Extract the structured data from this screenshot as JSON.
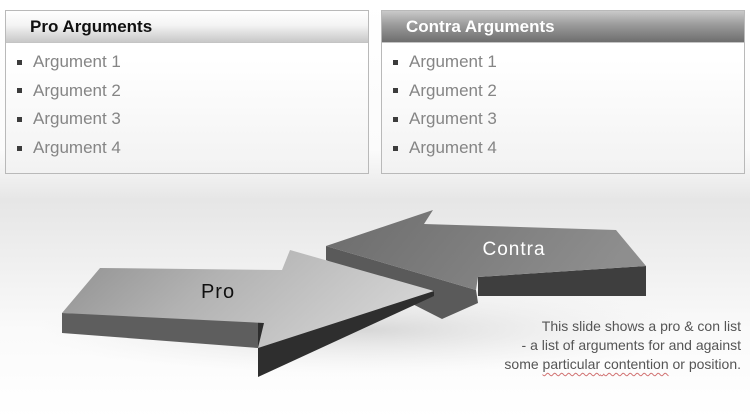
{
  "pro_panel": {
    "title": "Pro Arguments",
    "items": [
      "Argument 1",
      "Argument 2",
      "Argument 3",
      "Argument 4"
    ]
  },
  "contra_panel": {
    "title": "Contra Arguments",
    "items": [
      "Argument 1",
      "Argument 2",
      "Argument 3",
      "Argument 4"
    ]
  },
  "graphic": {
    "pro_label": "Pro",
    "contra_label": "Contra"
  },
  "caption": {
    "line1": "This slide shows a pro & con list",
    "line2": "- a list of arguments for and against",
    "line3_prefix": "some ",
    "line3_flagged_a": "particular",
    "line3_space": " ",
    "line3_flagged_b": "contention",
    "line3_suffix": " or position."
  },
  "colors": {
    "contra_header": "#8a8a8a",
    "pro_arrow_top": "#a9a9a9",
    "pro_arrow_side": "#3a3a3a",
    "contra_arrow_top": "#7a7a7a",
    "contra_arrow_side": "#444444"
  }
}
